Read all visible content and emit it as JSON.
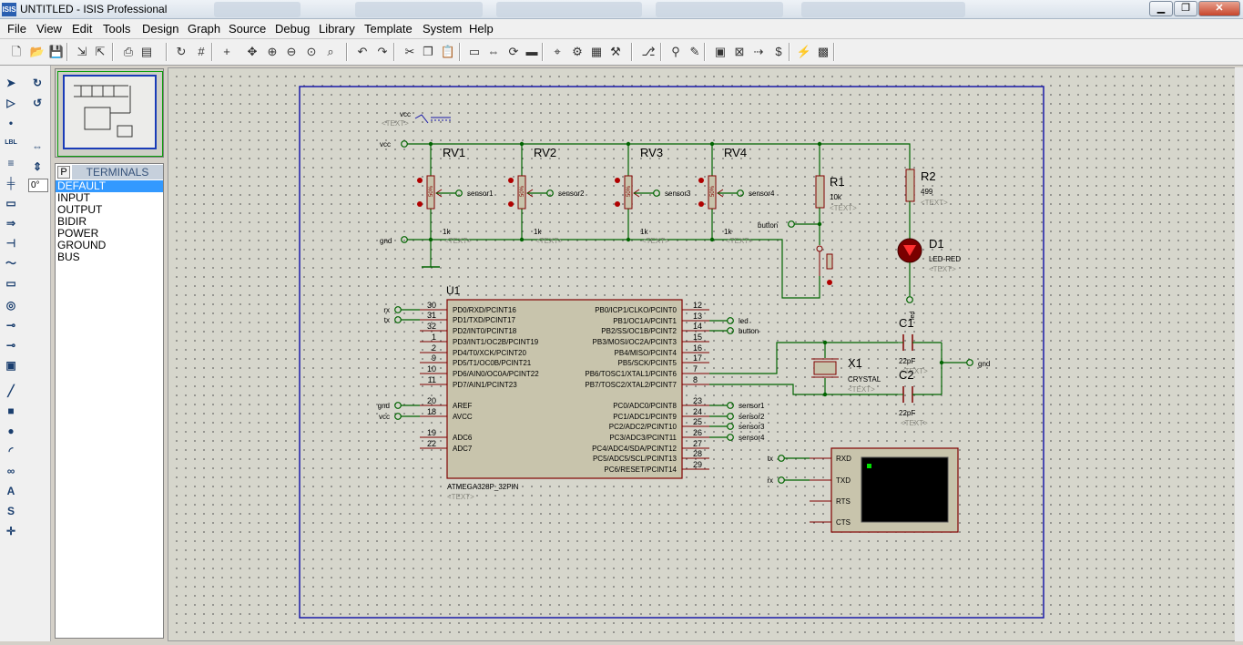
{
  "window": {
    "title": "UNTITLED - ISIS Professional",
    "app_icon": "ISIS",
    "controls": {
      "minimize": "▁",
      "maximize": "❐",
      "close": "✕"
    }
  },
  "menu": [
    "File",
    "View",
    "Edit",
    "Tools",
    "Design",
    "Graph",
    "Source",
    "Debug",
    "Library",
    "Template",
    "System",
    "Help"
  ],
  "toolbar_icons": [
    "new-file-icon",
    "open-folder-icon",
    "save-icon",
    "import-section-icon",
    "export-section-icon",
    "print-icon",
    "print-area-icon",
    "refresh-icon",
    "grid-icon",
    "origin-icon",
    "pan-icon",
    "zoom-in-icon",
    "zoom-out-icon",
    "zoom-all-icon",
    "zoom-area-icon",
    "undo-icon",
    "redo-icon",
    "cut-icon",
    "copy-icon",
    "paste-icon",
    "block-copy-icon",
    "block-move-icon",
    "block-rotate-icon",
    "block-delete-icon",
    "pick-device-icon",
    "make-device-icon",
    "packaging-icon",
    "decompose-icon",
    "wire-autorouter-icon",
    "search-tag-icon",
    "property-assign-icon",
    "new-sheet-icon",
    "remove-sheet-icon",
    "goto-sheet-icon",
    "bill-of-materials-icon",
    "electrical-check-icon",
    "netlist-to-ares-icon"
  ],
  "toolbox": {
    "rotation_angle": "0°",
    "tools": [
      "selection-mode-icon",
      "component-mode-icon",
      "junction-dot-icon",
      "wire-label-icon",
      "text-script-icon",
      "bus-icon",
      "subcircuit-icon",
      "terminals-icon",
      "device-pin-icon",
      "graph-icon",
      "tape-recorder-icon",
      "generator-icon",
      "voltage-probe-icon",
      "current-probe-icon",
      "virtual-instruments-icon",
      "line-icon",
      "box-icon",
      "circle-icon",
      "arc-icon",
      "path-icon",
      "text-icon",
      "symbol-icon",
      "marker-icon"
    ]
  },
  "picker": {
    "p_button": "P",
    "title": "TERMINALS",
    "items": [
      "DEFAULT",
      "INPUT",
      "OUTPUT",
      "BIDIR",
      "POWER",
      "GROUND",
      "BUS"
    ],
    "selected_index": 0
  },
  "schematic": {
    "text_placeholder": "<TEXT>",
    "pots": [
      {
        "ref": "RV1",
        "value": "1k",
        "signal": "sensor1"
      },
      {
        "ref": "RV2",
        "value": "1k",
        "signal": "sensor2"
      },
      {
        "ref": "RV3",
        "value": "1k",
        "signal": "sensor3"
      },
      {
        "ref": "RV4",
        "value": "1k",
        "signal": "sensor4"
      }
    ],
    "pot_percent": "50%",
    "r1": {
      "ref": "R1",
      "value": "10k"
    },
    "r2": {
      "ref": "R2",
      "value": "499"
    },
    "d1": {
      "ref": "D1",
      "value": "LED-RED"
    },
    "c1": {
      "ref": "C1",
      "value": "22pF"
    },
    "c2": {
      "ref": "C2",
      "value": "22pF"
    },
    "x1": {
      "ref": "X1",
      "value": "CRYSTAL"
    },
    "u1": {
      "ref": "U1",
      "part": "ATMEGA328P_32PIN",
      "left_pins": [
        {
          "num": "30",
          "name": "PD0/RXD/PCINT16",
          "net": "rx"
        },
        {
          "num": "31",
          "name": "PD1/TXD/PCINT17",
          "net": "tx"
        },
        {
          "num": "32",
          "name": "PD2/INT0/PCINT18",
          "net": ""
        },
        {
          "num": "1",
          "name": "PD3/INT1/OC2B/PCINT19",
          "net": ""
        },
        {
          "num": "2",
          "name": "PD4/T0/XCK/PCINT20",
          "net": ""
        },
        {
          "num": "9",
          "name": "PD5/T1/OC0B/PCINT21",
          "net": ""
        },
        {
          "num": "10",
          "name": "PD6/AIN0/OC0A/PCINT22",
          "net": ""
        },
        {
          "num": "11",
          "name": "PD7/AIN1/PCINT23",
          "net": ""
        },
        {
          "num": "20",
          "name": "AREF",
          "net": "gnd"
        },
        {
          "num": "18",
          "name": "AVCC",
          "net": "vcc"
        },
        {
          "num": "19",
          "name": "ADC6",
          "net": ""
        },
        {
          "num": "22",
          "name": "ADC7",
          "net": ""
        }
      ],
      "right_pins": [
        {
          "num": "12",
          "name": "PB0/ICP1/CLKO/PCINT0",
          "net": ""
        },
        {
          "num": "13",
          "name": "PB1/OC1A/PCINT1",
          "net": "led"
        },
        {
          "num": "14",
          "name": "PB2/SS/OC1B/PCINT2",
          "net": "button"
        },
        {
          "num": "15",
          "name": "PB3/MOSI/OC2A/PCINT3",
          "net": ""
        },
        {
          "num": "16",
          "name": "PB4/MISO/PCINT4",
          "net": ""
        },
        {
          "num": "17",
          "name": "PB5/SCK/PCINT5",
          "net": ""
        },
        {
          "num": "7",
          "name": "PB6/TOSC1/XTAL1/PCINT6",
          "net": ""
        },
        {
          "num": "8",
          "name": "PB7/TOSC2/XTAL2/PCINT7",
          "net": ""
        },
        {
          "num": "23",
          "name": "PC0/ADC0/PCINT8",
          "net": "sensor1"
        },
        {
          "num": "24",
          "name": "PC1/ADC1/PCINT9",
          "net": "sensor2"
        },
        {
          "num": "25",
          "name": "PC2/ADC2/PCINT10",
          "net": "sensor3"
        },
        {
          "num": "26",
          "name": "PC3/ADC3/PCINT11",
          "net": "sensor4"
        },
        {
          "num": "27",
          "name": "PC4/ADC4/SDA/PCINT12",
          "net": ""
        },
        {
          "num": "28",
          "name": "PC5/ADC5/SCL/PCINT13",
          "net": ""
        },
        {
          "num": "29",
          "name": "PC6/RESET/PCINT14",
          "net": ""
        }
      ]
    },
    "terminal": {
      "pins": [
        "RXD",
        "TXD",
        "RTS",
        "CTS"
      ],
      "rxd_net": "tx",
      "txd_net": "rx"
    },
    "labels": {
      "vcc": "vcc",
      "gnd": "gnd",
      "button": "button",
      "led": "led"
    },
    "colors": {
      "wire": "#006400",
      "component": "#800000",
      "body_fill": "#c8c4ac",
      "sheet_border": "#1a1aa8",
      "pin_text": "#000000",
      "placeholder": "#8a8a80"
    }
  }
}
